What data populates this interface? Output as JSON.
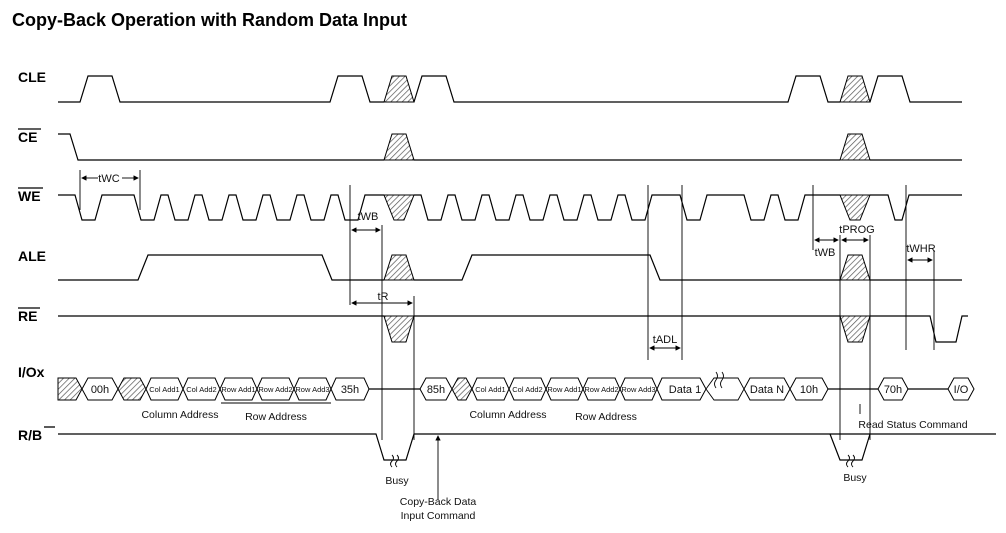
{
  "title": "Copy-Back Operation with Random Data Input",
  "signals": {
    "cle": "CLE",
    "ce": "CE",
    "we": "WE",
    "ale": "ALE",
    "re": "RE",
    "io": "I/Ox",
    "rb": "R/B"
  },
  "timing": {
    "twc": "tWC",
    "twb1": "tWB",
    "tr": "tR",
    "tadl": "tADL",
    "tprog": "tPROG",
    "twb2": "tWB",
    "twhr": "tWHR"
  },
  "io_bus": {
    "cmd_00h": "00h",
    "col_add1": "Col Add1",
    "col_add2": "Col Add2",
    "row_add1": "Row Add1",
    "row_add2": "Row Add2",
    "row_add3": "Row Add3",
    "cmd_35h": "35h",
    "cmd_85h": "85h",
    "col_add1b": "Col Add1",
    "col_add2b": "Col Add2",
    "row_add1b": "Row Add1",
    "row_add2b": "Row Add2",
    "row_add3b": "Row Add3",
    "data1": "Data 1",
    "datan": "Data N",
    "cmd_10h": "10h",
    "cmd_70h": "70h",
    "io": "I/O"
  },
  "labels": {
    "column_address_1": "Column Address",
    "row_address_1": "Row Address",
    "column_address_2": "Column Address",
    "row_address_2": "Row Address",
    "read_status": "Read Status Command",
    "busy1": "Busy",
    "busy2": "Busy",
    "copyback_line1": "Copy-Back Data",
    "copyback_line2": "Input Command"
  }
}
